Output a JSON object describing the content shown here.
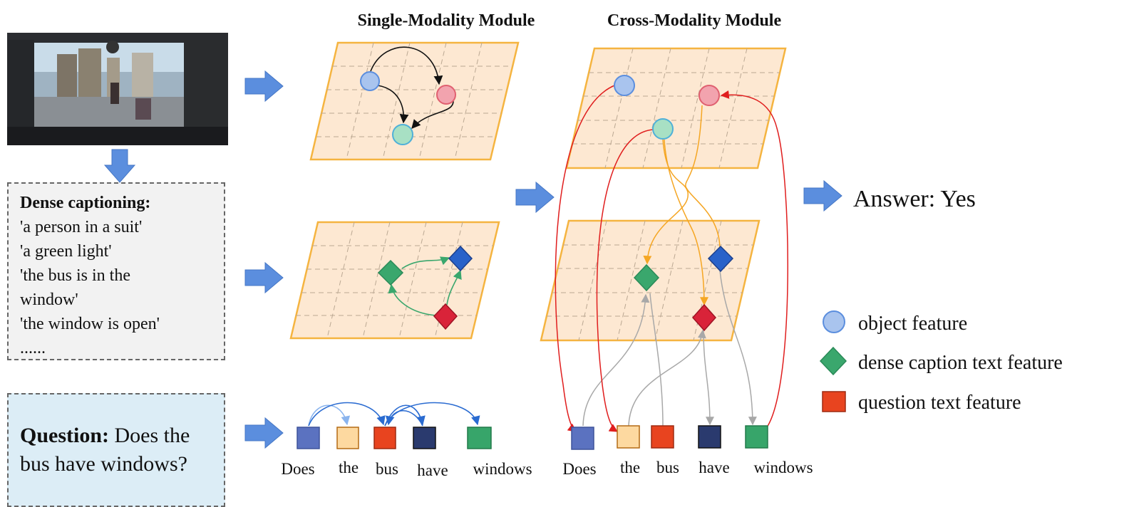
{
  "titles": {
    "single": "Single-Modality Module",
    "cross": "Cross-Modality Module"
  },
  "image": {
    "description_icon": "bus-interior-photo"
  },
  "dense_caption": {
    "title": "Dense captioning:",
    "lines": [
      "'a person in a suit'",
      "'a green light'",
      "'the bus is in the",
      "window'",
      "'the window is open'",
      "......"
    ]
  },
  "question": {
    "label": "Question:",
    "text_line1": "Does the",
    "text_line2": "bus have windows?"
  },
  "answer": "Answer: Yes",
  "tokens_single": [
    "Does",
    "the",
    "bus",
    "have",
    "windows"
  ],
  "tokens_cross": [
    "Does",
    "the",
    "bus",
    "have",
    "windows"
  ],
  "legend": {
    "object": "object feature",
    "dense": "dense caption text feature",
    "question": "question text feature"
  },
  "colors": {
    "plane_fill": "#fde8d2",
    "plane_border": "#f5b440",
    "arrow_blue": "#5b8ede",
    "node_blue": "#a9c4ee",
    "node_pink": "#f2a3ae",
    "node_green": "#a8e0c4",
    "diamond_green": "#3aa76d",
    "diamond_blue": "#2962c9",
    "diamond_red": "#d92339",
    "red_link": "#e01e1e",
    "orange_link": "#f5a623",
    "gray_link": "#a8a8a8"
  }
}
